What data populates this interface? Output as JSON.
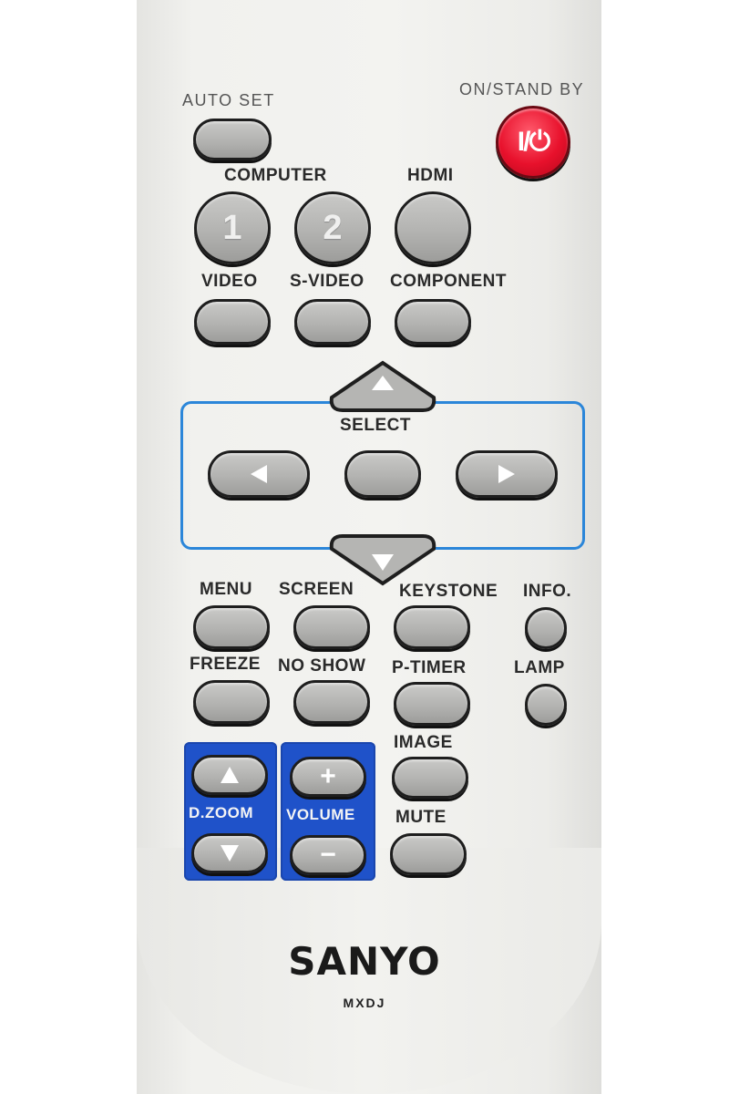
{
  "labels": {
    "auto_set": "AUTO SET",
    "on_standby": "ON/STAND BY",
    "computer": "COMPUTER",
    "hdmi": "HDMI",
    "video": "VIDEO",
    "s_video": "S-VIDEO",
    "component": "COMPONENT",
    "select": "SELECT",
    "menu": "MENU",
    "screen": "SCREEN",
    "keystone": "KEYSTONE",
    "info": "INFO.",
    "freeze": "FREEZE",
    "no_show": "NO SHOW",
    "p_timer": "P-TIMER",
    "lamp": "LAMP",
    "image": "IMAGE",
    "d_zoom": "D.ZOOM",
    "volume": "VOLUME",
    "mute": "MUTE"
  },
  "buttons": {
    "computer_1": "1",
    "computer_2": "2",
    "power_glyph": "I/⏻",
    "volume_up": "+",
    "volume_down": "−"
  },
  "brand": {
    "logo": "SANYO",
    "model": "MXDJ"
  },
  "colors": {
    "power_button": "#e8112c",
    "select_outline": "#2b86d9",
    "zoom_volume_panel": "#1f52c9",
    "button_gray": "#b3b3b1",
    "remote_body": "#f2f2ef"
  },
  "icons": {
    "up": "triangle-up-icon",
    "down": "triangle-down-icon",
    "left": "triangle-left-icon",
    "right": "triangle-right-icon",
    "power": "power-icon"
  }
}
